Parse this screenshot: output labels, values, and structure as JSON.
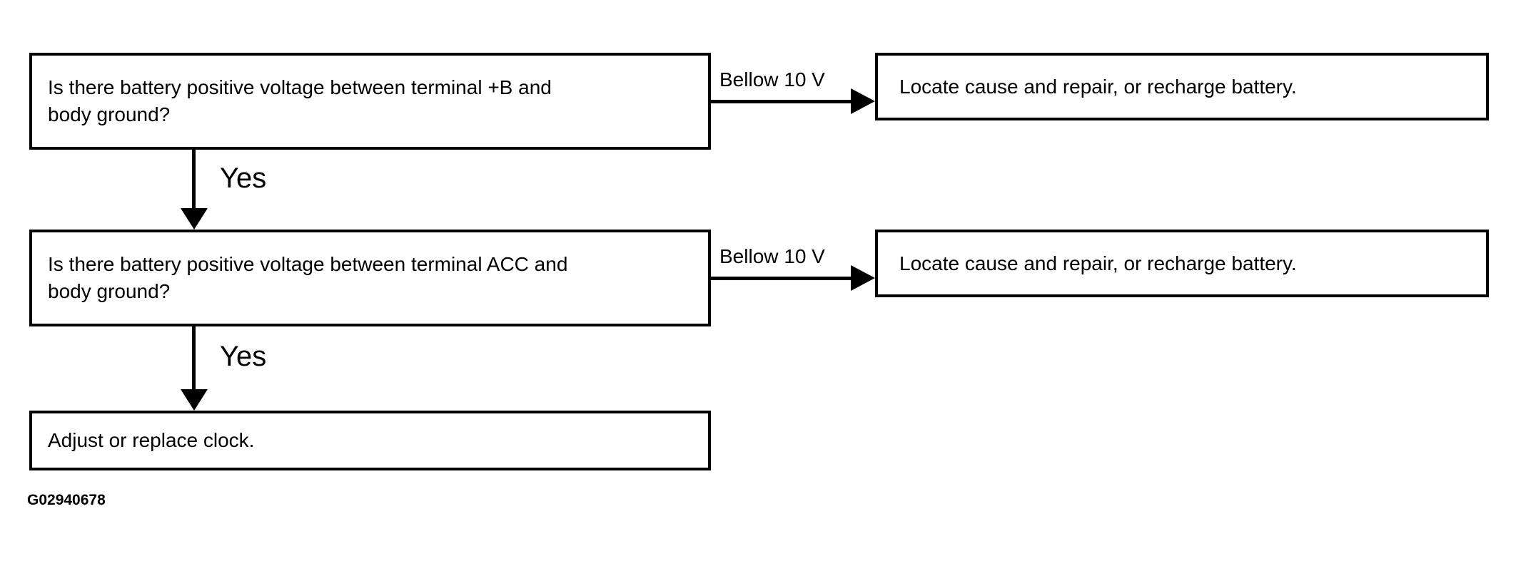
{
  "diagram": {
    "type": "flowchart",
    "nodes": {
      "q1": {
        "text": "Is there battery positive voltage between terminal +B and\nbody ground?"
      },
      "q2": {
        "text": "Is there battery positive voltage between terminal ACC and\nbody ground?"
      },
      "action1": {
        "text": "Locate cause and repair, or recharge battery."
      },
      "action2": {
        "text": "Locate cause and repair, or recharge battery."
      },
      "final": {
        "text": "Adjust or replace clock."
      }
    },
    "labels": {
      "below1": "Bellow 10 V",
      "below2": "Bellow 10 V",
      "yes1": "Yes",
      "yes2": "Yes"
    },
    "figure_id": "G02940678",
    "colors": {
      "line": "#000000",
      "background": "#ffffff",
      "text": "#000000"
    }
  }
}
